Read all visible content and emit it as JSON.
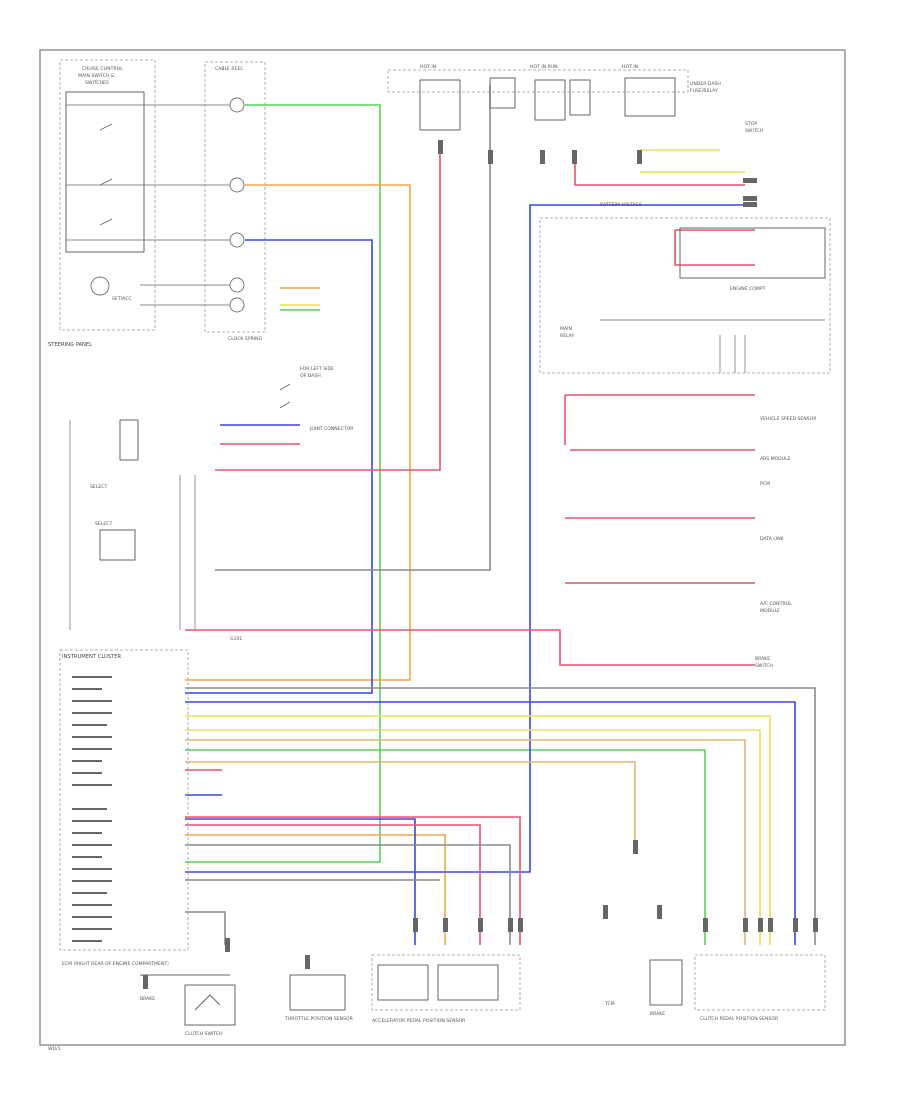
{
  "diagram": {
    "left_labels": {
      "steering_panel": "STEERING PANEL",
      "instrument_cluster": "INSTRUMENT CLUSTER",
      "ecm_right": "ECM (RIGHT REAR OF ENGINE COMPARTMENT)"
    },
    "colors": {
      "green": "#56d25a",
      "orange": "#f2a64a",
      "blue": "#3a46e0",
      "red": "#e4546e",
      "yellow": "#e8e05a",
      "tan": "#d9b87a",
      "gray": "#8a8a8a"
    }
  }
}
